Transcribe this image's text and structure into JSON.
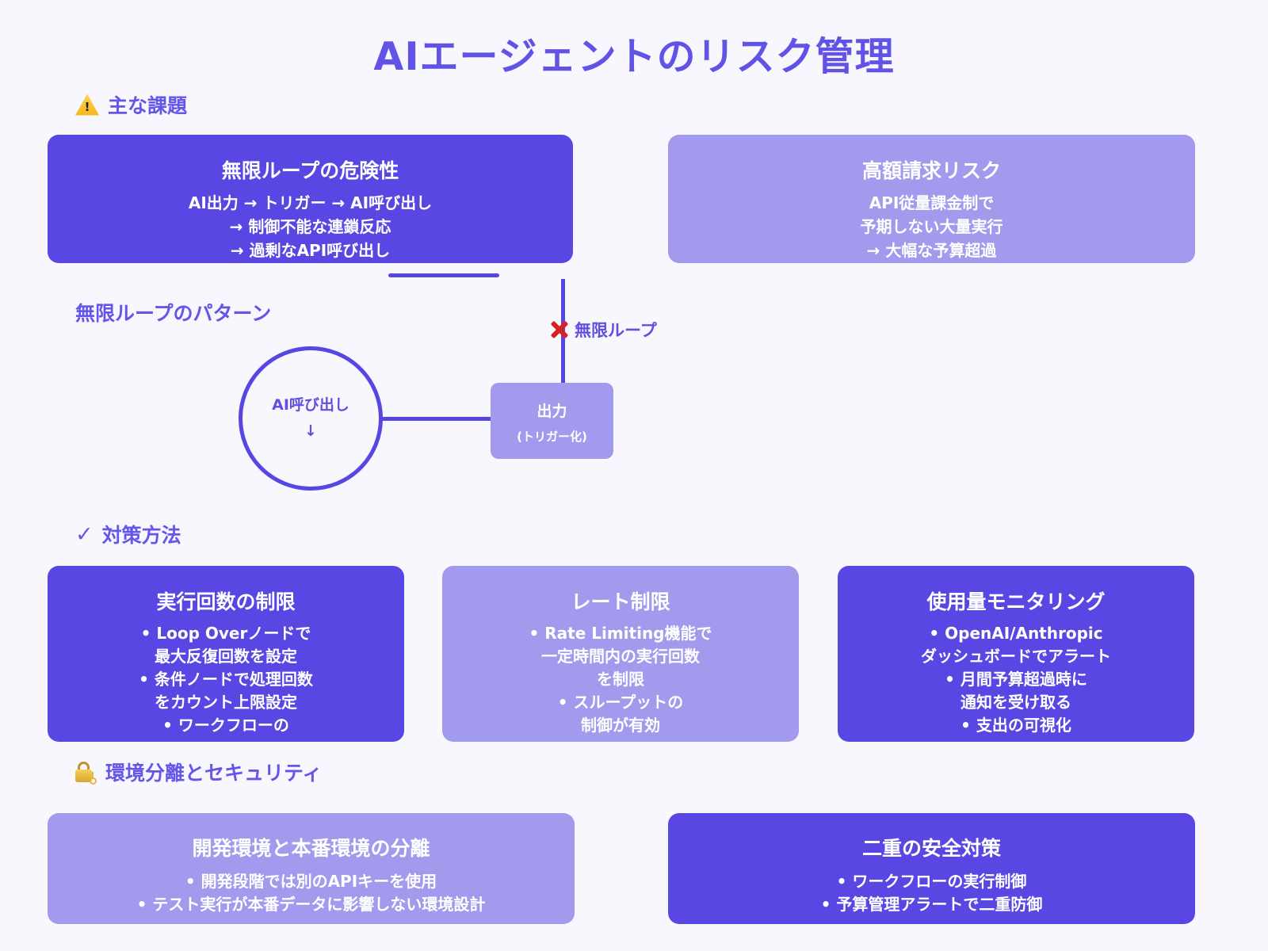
{
  "page_title": "AIエージェントのリスク管理",
  "colors": {
    "background": "#F8F7FD",
    "box_dark": "#5847E3",
    "box_light": "#A29AEC",
    "heading_purple": "#6456E8",
    "connector_purple": "#5646E2",
    "x_mark_red": "#D62222",
    "box_text": "#FFFFFF"
  },
  "icons": {
    "warning": "warning-triangle",
    "lock": "lock-with-key",
    "x_mark": "red-cross",
    "check_glyph": "✓"
  },
  "sections": {
    "issues": {
      "header": "主な課題",
      "boxes": [
        {
          "title": "無限ループの危険性",
          "lines": [
            "AI出力 → トリガー → AI呼び出し",
            "→ 制御不能な連鎖反応",
            "→ 過剰なAPI呼び出し"
          ]
        },
        {
          "title": "高額請求リスク",
          "lines": [
            "API従量課金制で",
            "予期しない大量実行",
            "→ 大幅な予算超過"
          ]
        }
      ]
    },
    "loop_pattern": {
      "header": "無限ループのパターン",
      "loop_label": "無限ループ",
      "circle": {
        "line1": "AI呼び出し",
        "line2": "↓"
      },
      "output_node": {
        "title": "出力",
        "subtitle": "(トリガー化)"
      }
    },
    "countermeasures": {
      "header": "対策方法",
      "check_glyph": "✓",
      "boxes": [
        {
          "title": "実行回数の制限",
          "lines": [
            "• Loop Overノードで",
            "最大反復回数を設定",
            "• 条件ノードで処理回数",
            "をカウント上限設定",
            "• ワークフローの"
          ]
        },
        {
          "title": "レート制限",
          "lines": [
            "• Rate Limiting機能で",
            "一定時間内の実行回数",
            "を制限",
            "• スループットの",
            "制御が有効"
          ]
        },
        {
          "title": "使用量モニタリング",
          "lines": [
            "• OpenAI/Anthropic",
            "ダッシュボードでアラート",
            "• 月間予算超過時に",
            "通知を受け取る",
            "• 支出の可視化"
          ]
        }
      ]
    },
    "security": {
      "header": "環境分離とセキュリティ",
      "boxes": [
        {
          "title": "開発環境と本番環境の分離",
          "lines": [
            "• 開発段階では別のAPIキーを使用",
            "• テスト実行が本番データに影響しない環境設計"
          ]
        },
        {
          "title": "二重の安全対策",
          "lines": [
            "• ワークフローの実行制御",
            "• 予算管理アラートで二重防御"
          ]
        }
      ]
    }
  }
}
